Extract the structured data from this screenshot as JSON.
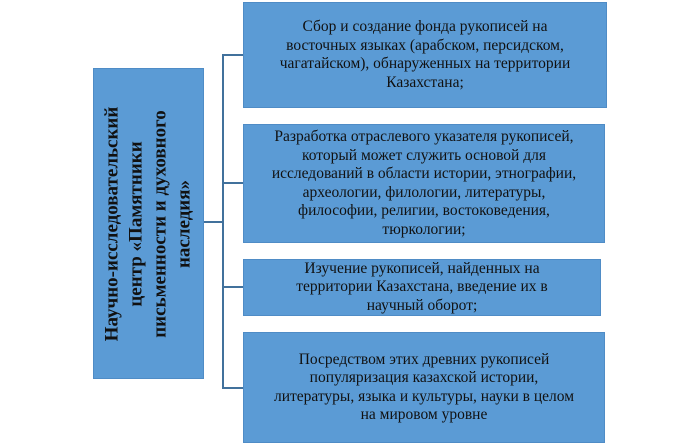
{
  "center": {
    "lines": [
      "Научно-исследовательский",
      "центр «Памятники",
      "письменности и духовного",
      "наследия»"
    ]
  },
  "items": [
    {
      "lines": [
        "Сбор и создание фонда рукописей на",
        "восточных языках (арабском, персидском,",
        "чагатайском), обнаруженных на территории",
        "Казахстана;"
      ]
    },
    {
      "lines": [
        "Разработка отраслевого указателя рукописей,",
        "который может служить основой для",
        "исследований в области истории, этнографии,",
        "археологии, филологии, литературы,",
        "философии, религии, востоковедения,",
        "тюркологии;"
      ]
    },
    {
      "lines": [
        "Изучение рукописей, найденных на",
        "территории Казахстана, введение их в",
        "научный оборот;"
      ]
    },
    {
      "lines": [
        "Посредством этих древних рукописей",
        "популяризация казахской истории,",
        "литературы, языка и культуры, науки в целом",
        "на мировом уровне"
      ]
    }
  ],
  "colors": {
    "box": "#5b9bd5",
    "connector": "#41719c"
  }
}
